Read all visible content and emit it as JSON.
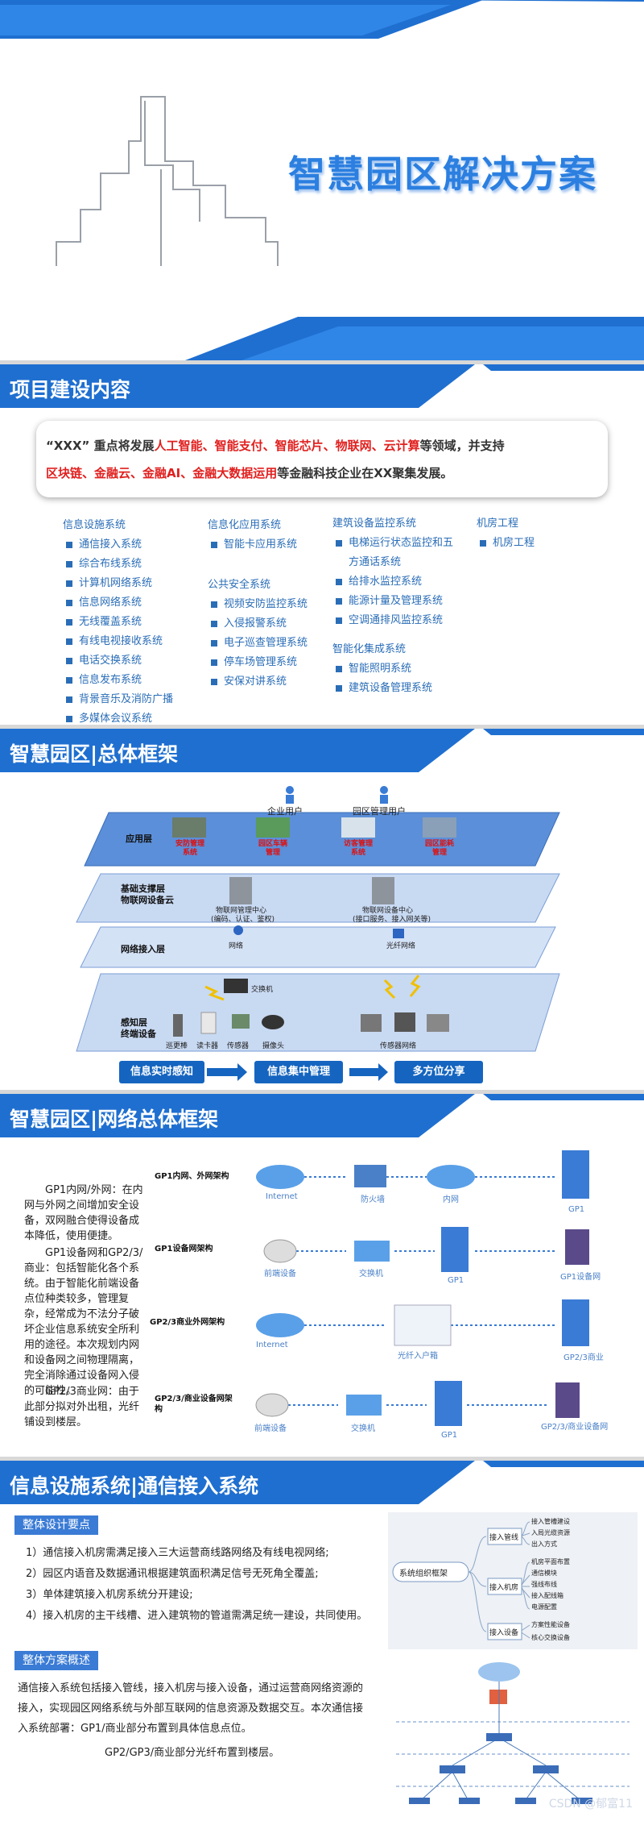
{
  "cover": {
    "title": "智慧园区解决方案"
  },
  "content": {
    "header": "项目建设内容",
    "intro": {
      "p1": "“XXX” 重点将发展",
      "h1": "人工智能、智能支付、智能芯片、物联网、云计算",
      "p2": "等领域，并支持",
      "h2": "区块链、金融云、金融AI、金融大数据运用",
      "p3": "等金融科技企业在XX聚集发展。"
    },
    "columns": [
      {
        "head": "信息设施系统",
        "items": [
          "通信接入系统",
          "综合布线系统",
          "计算机网络系统",
          "信息网络系统",
          "无线覆盖系统",
          "有线电视接收系统",
          "电话交换系统",
          "信息发布系统",
          "背景音乐及消防广播",
          "多媒体会议系统"
        ]
      },
      {
        "head": "信息化应用系统",
        "items": [
          "智能卡应用系统"
        ],
        "head2": "公共安全系统",
        "items2": [
          "视频安防监控系统",
          "入侵报警系统",
          "电子巡查管理系统",
          "停车场管理系统",
          "安保对讲系统"
        ]
      },
      {
        "head": "建筑设备监控系统",
        "items": [
          "电梯运行状态监控和五方通话系统",
          "给排水监控系统",
          "能源计量及管理系统",
          "空调通排风监控系统"
        ],
        "head2": "智能化集成系统",
        "items2": [
          "智能照明系统",
          "建筑设备管理系统"
        ]
      },
      {
        "head": "机房工程",
        "items": [
          "机房工程"
        ]
      }
    ]
  },
  "framework": {
    "header": "智慧园区|总体框架",
    "users": [
      "企业用户",
      "园区管理用户"
    ],
    "layers": {
      "app": "应用层",
      "support": "基础支撑层",
      "support2": "物联网设备云",
      "network": "网络接入层",
      "sense": "感知层",
      "sense2": "终端设备"
    },
    "apps": [
      "安防管理系统",
      "园区车辆管理",
      "访客管理系统",
      "园区能耗管理"
    ],
    "centers": [
      {
        "name": "物联网管理中心",
        "sub": "(编码、认证、鉴权)"
      },
      {
        "name": "物联网设备中心",
        "sub": "(接口服务、接入网关等)"
      }
    ],
    "network_nodes": [
      "网络",
      "光纤网络"
    ],
    "switch": "交换机",
    "devices": [
      "巡更棒",
      "读卡器",
      "传感器",
      "摄像头"
    ],
    "sensor_net": "传感器网络",
    "flow": [
      "信息实时感知",
      "信息集中管理",
      "多方位分享"
    ]
  },
  "network": {
    "header": "智慧园区|网络总体框架",
    "text": [
      "GP1内网/外网：在内网与外网之间增加安全设备，双网融合使得设备成本降低，使用便捷。",
      "GP1设备网和GP2/3/商业：包括智能化各个系统。由于智能化前端设备点位种类较多，管理复杂，经常成为不法分子破坏企业信息系统安全所利用的途径。本次规划内网和设备网之间物理隔离，完全消除通过设备网入侵的可能性。",
      "GP2/3商业网：由于此部分拟对外出租，光纤铺设到楼层。"
    ],
    "rows": [
      {
        "label": "GP1内网、外网架构",
        "nodes": [
          "Internet",
          "防火墙",
          "内网",
          "GP1"
        ]
      },
      {
        "label": "GP1设备网架构",
        "nodes": [
          "前端设备",
          "交换机",
          "GP1",
          "GP1设备网"
        ]
      },
      {
        "label": "GP2/3商业外网架构",
        "nodes": [
          "Internet",
          "光纤入户箱",
          "GP2/3商业"
        ]
      },
      {
        "label": "GP2/3/商业设备网架构",
        "nodes": [
          "前端设备",
          "交换机",
          "GP1",
          "GP2/3/商业设备网"
        ]
      }
    ]
  },
  "telecom": {
    "header": "信息设施系统|通信接入系统",
    "tag1": "整体设计要点",
    "reqs": [
      "1）通信接入机房需满足接入三大运营商线路网络及有线电视网络;",
      "2）园区内语音及数据通讯根据建筑面积满足信号无死角全覆盖;",
      "3）单体建筑接入机房系统分开建设;",
      "4）接入机房的主干线槽、进入建筑物的管道需满足统一建设，共同使用。"
    ],
    "tag2": "整体方案概述",
    "summary": "通信接入系统包括接入管线，接入机房与接入设备，通过运营商网络资源的接入，实现园区网络系统与外部互联网的信息资源及数据交互。本次通信接入系统部署：GP1/商业部分布置到具体信息点位。",
    "summary2": "GP2/GP3/商业部分光纤布置到楼层。",
    "mindmap": {
      "root": "系统组织框架",
      "branches": [
        {
          "name": "接入管线",
          "leaves": [
            "接入管槽建设",
            "入局光缆资源",
            "出入方式"
          ]
        },
        {
          "name": "接入机房",
          "leaves": [
            "机房平面布置",
            "通信模块",
            "强线布线",
            "接入配线箱",
            "电源配置"
          ]
        },
        {
          "name": "接入设备",
          "leaves": [
            "方案性能设备",
            "核心交换设备"
          ]
        }
      ]
    },
    "watermark": "CSDN @郁富11"
  }
}
